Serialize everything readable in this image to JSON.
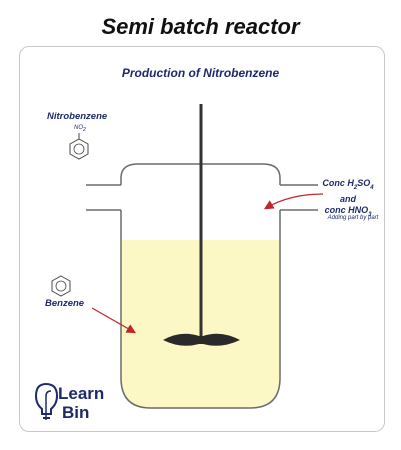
{
  "title": "Semi batch reactor",
  "subtitle": "Production of Nitrobenzene",
  "labels": {
    "nitrobenzene": "Nitrobenzene",
    "no2": "NO",
    "no2_sub": "2",
    "benzene": "Benzene",
    "acid_line1_pre": "Conc H",
    "acid_line1_sub1": "2",
    "acid_line1_mid": "SO",
    "acid_line1_sub2": "4",
    "acid_and": "and",
    "acid_line3_pre": "conc HNO",
    "acid_line3_sub": "3",
    "adding_note": "Adding part by part"
  },
  "logo": {
    "line1": "Learn",
    "line2": "Bin"
  },
  "colors": {
    "liquid": "#fbf8c6",
    "vessel": "#6b6b6b",
    "arrow": "#c0262d",
    "text": "#1f2a6b"
  }
}
